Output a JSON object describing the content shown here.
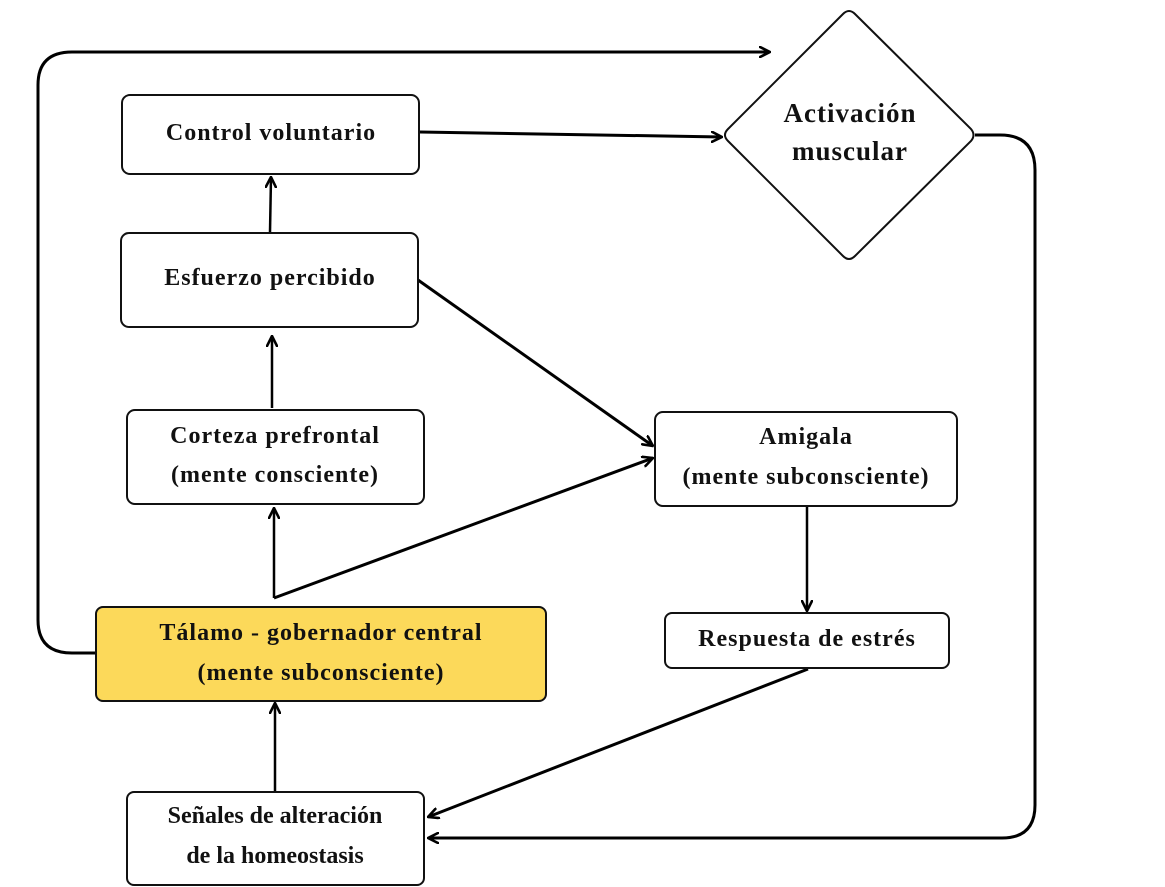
{
  "diagram": {
    "type": "flowchart",
    "language": "es",
    "colors": {
      "highlight_fill": "#FCD95A",
      "node_fill": "#FFFFFF",
      "stroke": "#000000"
    },
    "nodes": {
      "control_voluntario": {
        "lines": [
          "Control voluntario"
        ]
      },
      "activacion_muscular": {
        "shape": "diamond",
        "lines": [
          "Activación",
          "muscular"
        ]
      },
      "esfuerzo_percibido": {
        "lines": [
          "Esfuerzo percibido"
        ]
      },
      "corteza_prefrontal": {
        "lines": [
          "Corteza prefrontal",
          "(mente consciente)"
        ]
      },
      "amigala": {
        "lines": [
          "Amigala",
          "(mente subconsciente)"
        ]
      },
      "talamo": {
        "highlighted": true,
        "lines": [
          "Tálamo - gobernador central",
          "(mente subconsciente)"
        ]
      },
      "respuesta_estres": {
        "lines": [
          "Respuesta de estrés"
        ]
      },
      "senales_homeostasis": {
        "lines": [
          "Señales de alteración",
          "de la homeostasis"
        ]
      }
    },
    "edges": [
      {
        "from": "talamo",
        "to": "activacion_muscular",
        "route": "loop-left-top"
      },
      {
        "from": "control_voluntario",
        "to": "activacion_muscular"
      },
      {
        "from": "esfuerzo_percibido",
        "to": "control_voluntario"
      },
      {
        "from": "corteza_prefrontal",
        "to": "esfuerzo_percibido"
      },
      {
        "from": "esfuerzo_percibido",
        "to": "amigala"
      },
      {
        "from": "talamo",
        "to": "corteza_prefrontal"
      },
      {
        "from": "talamo",
        "to": "amigala"
      },
      {
        "from": "amigala",
        "to": "respuesta_estres"
      },
      {
        "from": "respuesta_estres",
        "to": "senales_homeostasis"
      },
      {
        "from": "activacion_muscular",
        "to": "senales_homeostasis",
        "route": "loop-right-bottom"
      },
      {
        "from": "senales_homeostasis",
        "to": "talamo"
      }
    ]
  }
}
